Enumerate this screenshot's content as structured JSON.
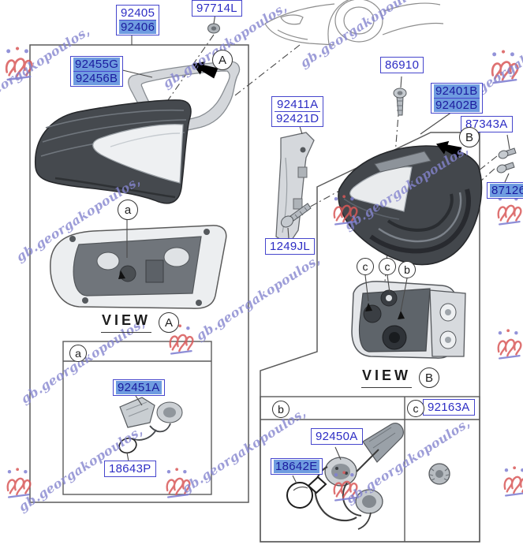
{
  "part_labels": {
    "p92405": "92405",
    "p92406": "92406",
    "p97714L": "97714L",
    "p92455G": "92455G",
    "p92456B": "92456B",
    "p86910": "86910",
    "p92411A": "92411A",
    "p92421D": "92421D",
    "p92401B": "92401B",
    "p92402B": "92402B",
    "p87343A": "87343A",
    "p87126": "87126",
    "p1249JL": "1249JL",
    "p92451A": "92451A",
    "p18643P": "18643P",
    "p92450A": "92450A",
    "p18642E": "18642E",
    "p92163A": "92163A"
  },
  "views": {
    "caption": "VIEW",
    "a": "A",
    "b": "B"
  },
  "callouts": {
    "big_a": "A",
    "big_b": "B",
    "small_a": "a",
    "small_b": "b",
    "small_c": "c"
  },
  "watermark": {
    "text": "gb.georgakopoulos,"
  },
  "colors": {
    "label_text": "#2d2dc4",
    "label_border": "#4646cd",
    "highlight_bg": "#6f9ce0",
    "highlight_text": "#1b1b9e",
    "watermark": "#8585cf",
    "line": "#3f3f3f",
    "logo_red": "#d95858"
  }
}
